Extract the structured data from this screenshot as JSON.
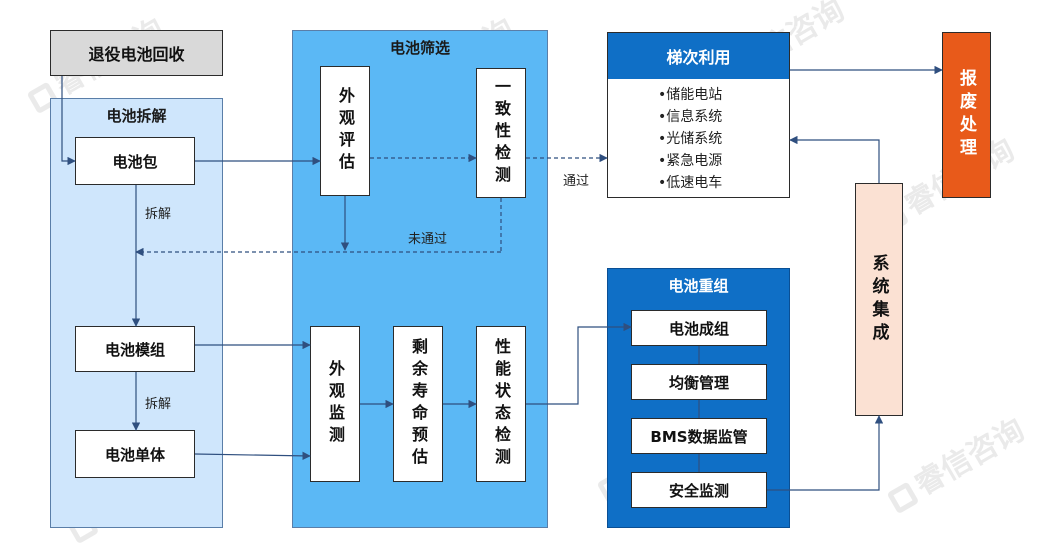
{
  "retire": "退役电池回收",
  "disassembly": {
    "title": "电池拆解",
    "pack": "电池包",
    "module": "电池模组",
    "cell": "电池单体",
    "disassemble_label_1": "拆解",
    "disassemble_label_2": "拆解"
  },
  "screening": {
    "title": "电池筛选",
    "appearance_eval": "外观评估",
    "consistency": "一致性检测",
    "appearance_monitor": "外观监测",
    "remaining_life": "剩余寿命预估",
    "performance": "性能状态检测",
    "fail_label": "未通过"
  },
  "pass_label": "通过",
  "cascade": {
    "title": "梯次利用",
    "items": [
      "•储能电站",
      "•信息系统",
      "•光储系统",
      "•紧急电源",
      "•低速电车"
    ]
  },
  "regroup": {
    "title": "电池重组",
    "steps": [
      "电池成组",
      "均衡管理",
      "BMS数据监管",
      "安全监测"
    ]
  },
  "integration": "系统集成",
  "scrap": "报废处理",
  "watermark_text": "睿信咨询",
  "colors": {
    "gray": "#d9d9d9",
    "light_blue": "#cfe6fc",
    "mid_blue": "#5bb8f5",
    "dark_blue": "#0f6fc6",
    "peach": "#fbe1d3",
    "orange": "#e85a1a",
    "arrow": "#2f4f7f"
  }
}
